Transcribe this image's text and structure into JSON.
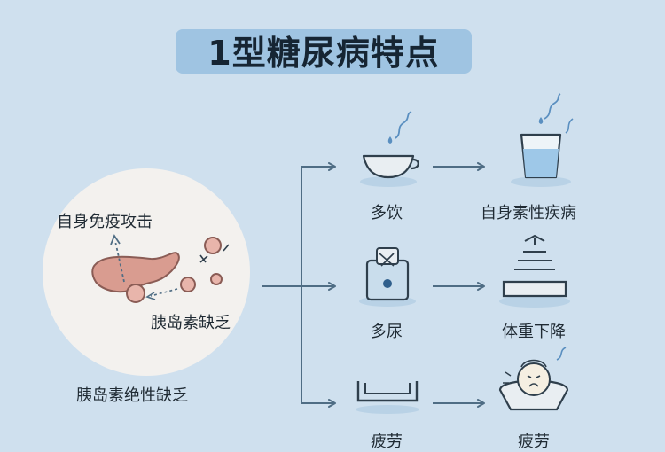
{
  "title": "1型糖尿病特点",
  "cause": {
    "autoimmune_attack": "自身免疫攻击",
    "insulin_deficiency": "胰岛素缺乏",
    "absolute_insulin_deficiency": "胰岛素绝性缺乏"
  },
  "symptoms": [
    {
      "label": "多饮",
      "result": "自身素性疾病",
      "icon": "cup-icon",
      "result_icon": "water-glass-icon"
    },
    {
      "label": "多尿",
      "result": "体重下降",
      "icon": "bottle-icon",
      "result_icon": "scale-icon"
    },
    {
      "label": "疲劳",
      "result": "疲劳",
      "icon": "bed-icon",
      "result_icon": "tired-person-icon"
    }
  ],
  "colors": {
    "background": "#cfe0ee",
    "title_highlight": "#9fc4e2",
    "circle": "#f3f1ee",
    "pancreas": "#d99c90",
    "arrow": "#4f6d84",
    "icon_stroke": "#2f3f4c",
    "water": "#9ec8e8"
  }
}
